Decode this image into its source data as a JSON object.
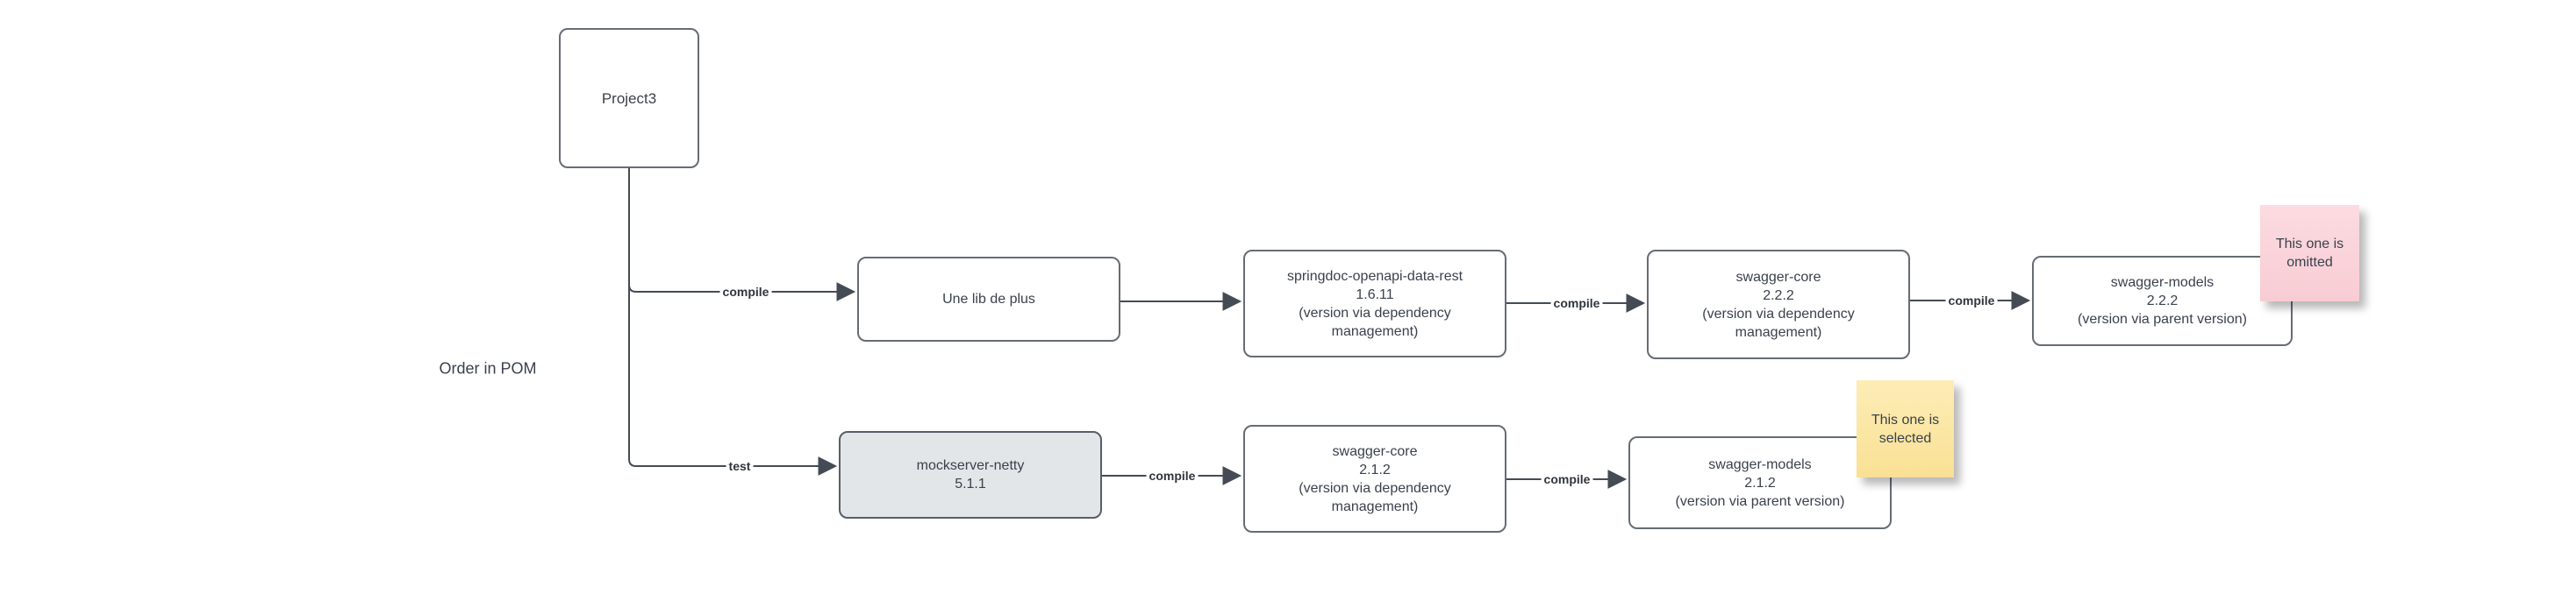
{
  "diagram": {
    "side_label": "Order in POM",
    "root": {
      "label": "Project3"
    },
    "nodes": {
      "une_lib": "Une lib de plus",
      "springdoc": "springdoc-openapi-data-rest\n1.6.11\n(version via dependency\nmanagement)",
      "swagger_core_222": "swagger-core\n2.2.2\n(version via dependency\nmanagement)",
      "swagger_models_222": "swagger-models\n2.2.2\n(version via parent version)",
      "mockserver": "mockserver-netty\n5.1.1",
      "swagger_core_212": "swagger-core\n2.1.2\n(version via dependency\nmanagement)",
      "swagger_models_212": "swagger-models\n2.1.2\n(version via parent version)"
    },
    "edge_labels": {
      "root_to_une_lib": "compile",
      "root_to_mockserver": "test",
      "springdoc_to_core222": "compile",
      "core222_to_models222": "compile",
      "mockserver_to_core212": "compile",
      "core212_to_models212": "compile"
    },
    "notes": {
      "omitted": "This one is\nomitted",
      "selected": "This one is\nselected"
    },
    "colors": {
      "stroke": "#444b54",
      "box_border": "#666c75",
      "text": "#3a414c",
      "label_text": "#30363d",
      "mock_fill": "#e3e6e9",
      "mock_border": "#575e68",
      "note_pink": "#fad3d9",
      "note_yellow": "#fbe7a3",
      "canvas": "#ffffff"
    }
  }
}
